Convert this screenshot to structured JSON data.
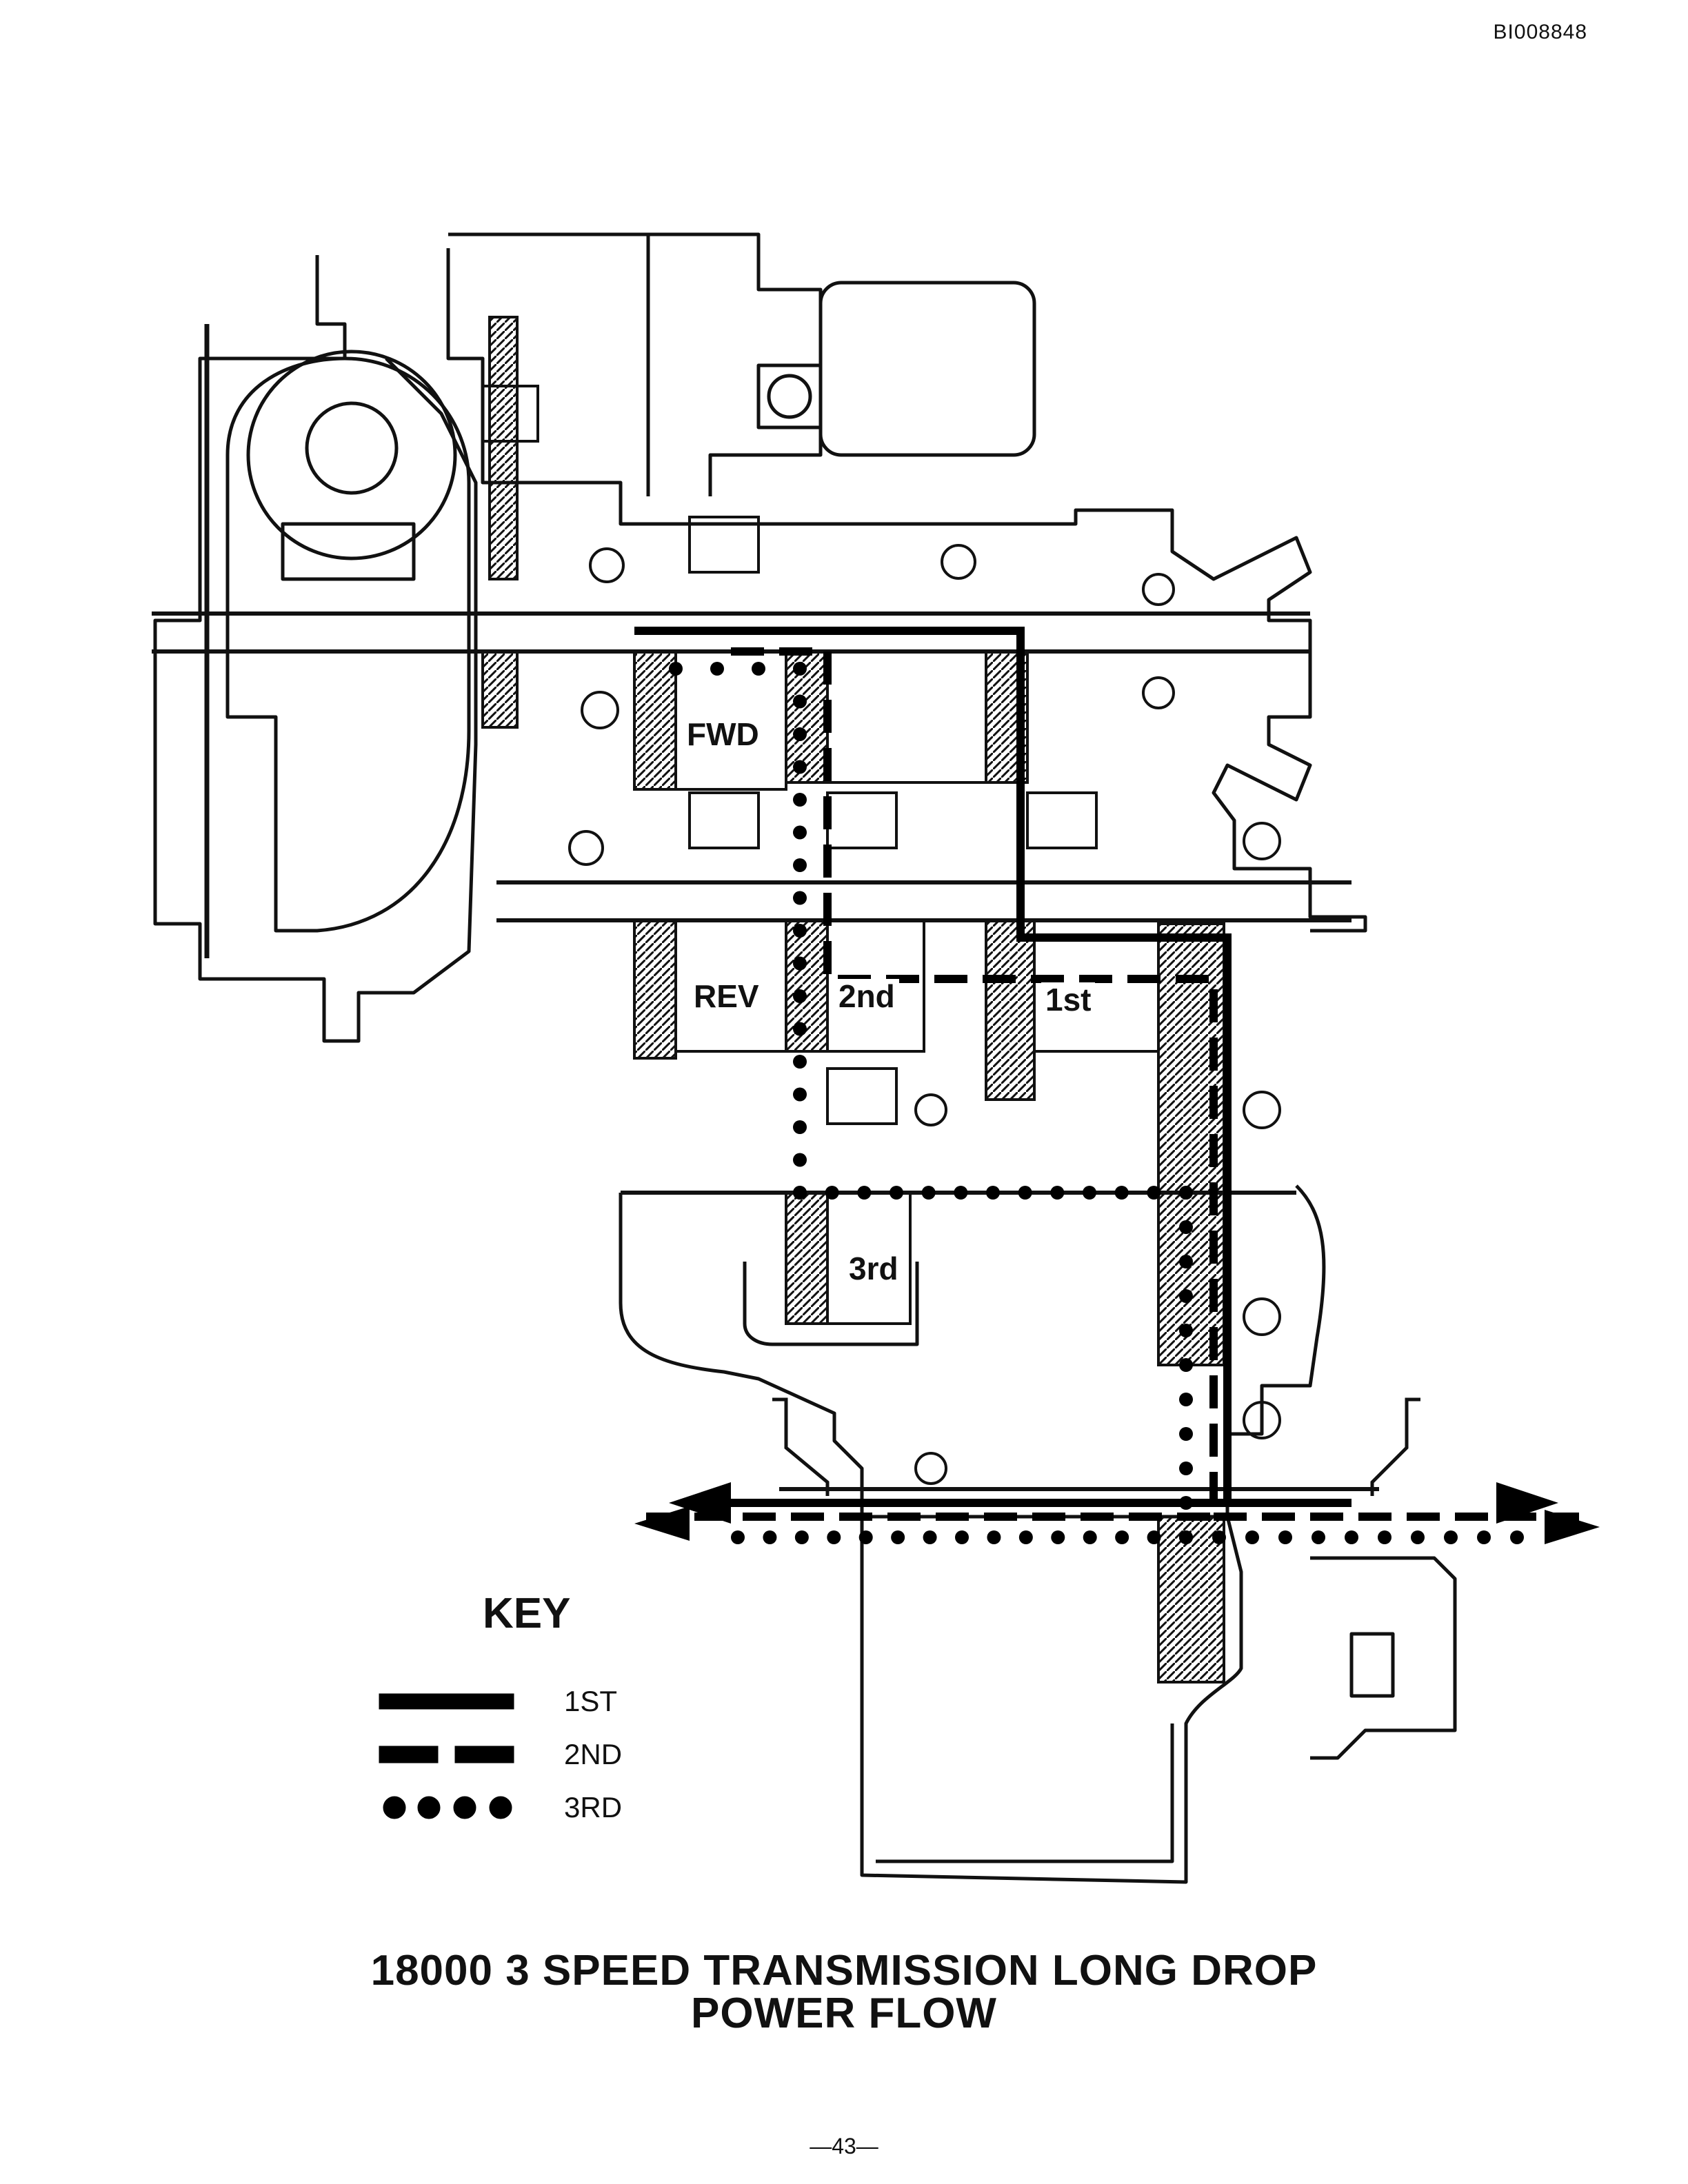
{
  "doc_id": "BI008848",
  "labels": {
    "fwd": "FWD",
    "rev": "REV",
    "second": "2nd",
    "first": "1st",
    "third": "3rd"
  },
  "key": {
    "title": "KEY",
    "items": [
      {
        "label": "1ST",
        "style": "solid"
      },
      {
        "label": "2ND",
        "style": "dashed"
      },
      {
        "label": "3RD",
        "style": "dotted"
      }
    ]
  },
  "title": {
    "line1": "18000 3 SPEED TRANSMISSION LONG DROP",
    "line2": "POWER FLOW"
  },
  "page_number": "—43—",
  "colors": {
    "ink": "#111111",
    "paper": "#ffffff"
  }
}
